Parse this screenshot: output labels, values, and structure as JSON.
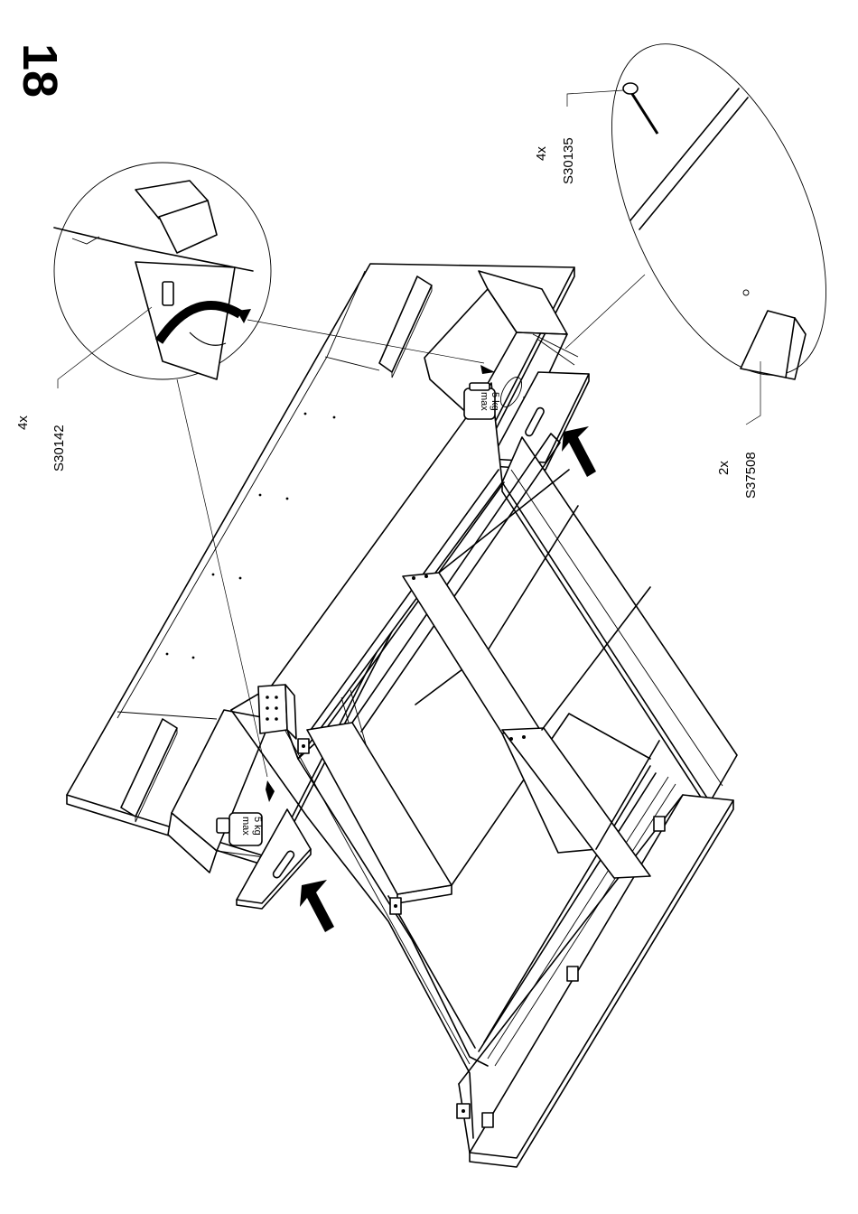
{
  "step_number": "18",
  "callouts": {
    "cam_screw": {
      "quantity": "4x",
      "part_code": "S30142"
    },
    "wood_screw": {
      "quantity": "4x",
      "part_code": "S30135"
    },
    "handle": {
      "quantity": "2x",
      "part_code": "S37508"
    }
  },
  "weight_labels": {
    "left": {
      "line1": "max",
      "line2": "5 kg"
    },
    "right": {
      "line1": "max",
      "line2": "5 kg"
    }
  }
}
